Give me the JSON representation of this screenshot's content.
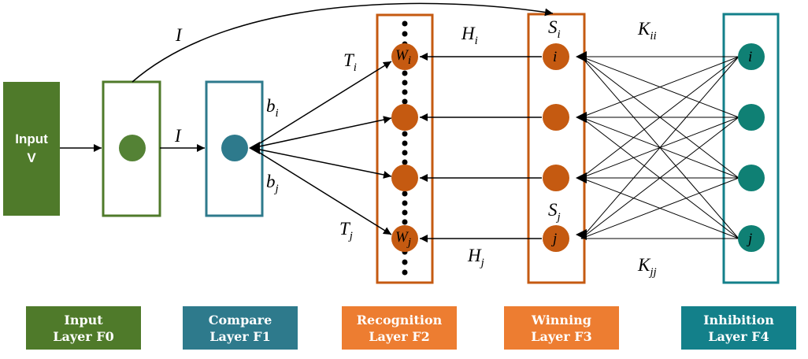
{
  "input_block": {
    "line1": "Input",
    "line2": "V"
  },
  "labels": {
    "I_top": "I",
    "I_mid": "I",
    "b_i": {
      "base": "b",
      "sub": "i"
    },
    "b_j": {
      "base": "b",
      "sub": "j"
    },
    "T_i": {
      "base": "T",
      "sub": "i"
    },
    "T_j": {
      "base": "T",
      "sub": "j"
    },
    "W_i": {
      "base": "W",
      "sub": "i"
    },
    "W_j": {
      "base": "W",
      "sub": "j"
    },
    "H_i": {
      "base": "H",
      "sub": "i"
    },
    "H_j": {
      "base": "H",
      "sub": "j"
    },
    "S_i": {
      "base": "S",
      "sub": "i"
    },
    "S_j": {
      "base": "S",
      "sub": "j"
    },
    "K_ii": {
      "base": "K",
      "sub": "ii"
    },
    "K_jj": {
      "base": "K",
      "sub": "jj"
    },
    "f3_node_i": "i",
    "f3_node_j": "j",
    "f4_node_i": "i",
    "f4_node_j": "j"
  },
  "legend": [
    {
      "line1": "Input",
      "line2": "Layer F0"
    },
    {
      "line1": "Compare",
      "line2": "Layer F1"
    },
    {
      "line1": "Recognition",
      "line2": "Layer F2"
    },
    {
      "line1": "Winning",
      "line2": "Layer F3"
    },
    {
      "line1": "Inhibition",
      "line2": "Layer F4"
    }
  ],
  "colors": {
    "green": "#4f7a2a",
    "green_node": "#548235",
    "blue": "#2e7a8c",
    "blue_node": "#2e7a8c",
    "orange_border": "#c55a11",
    "orange_node": "#c55a11",
    "orange_legend": "#ed7d31",
    "teal": "#13808a",
    "teal_node": "#0f8074"
  }
}
